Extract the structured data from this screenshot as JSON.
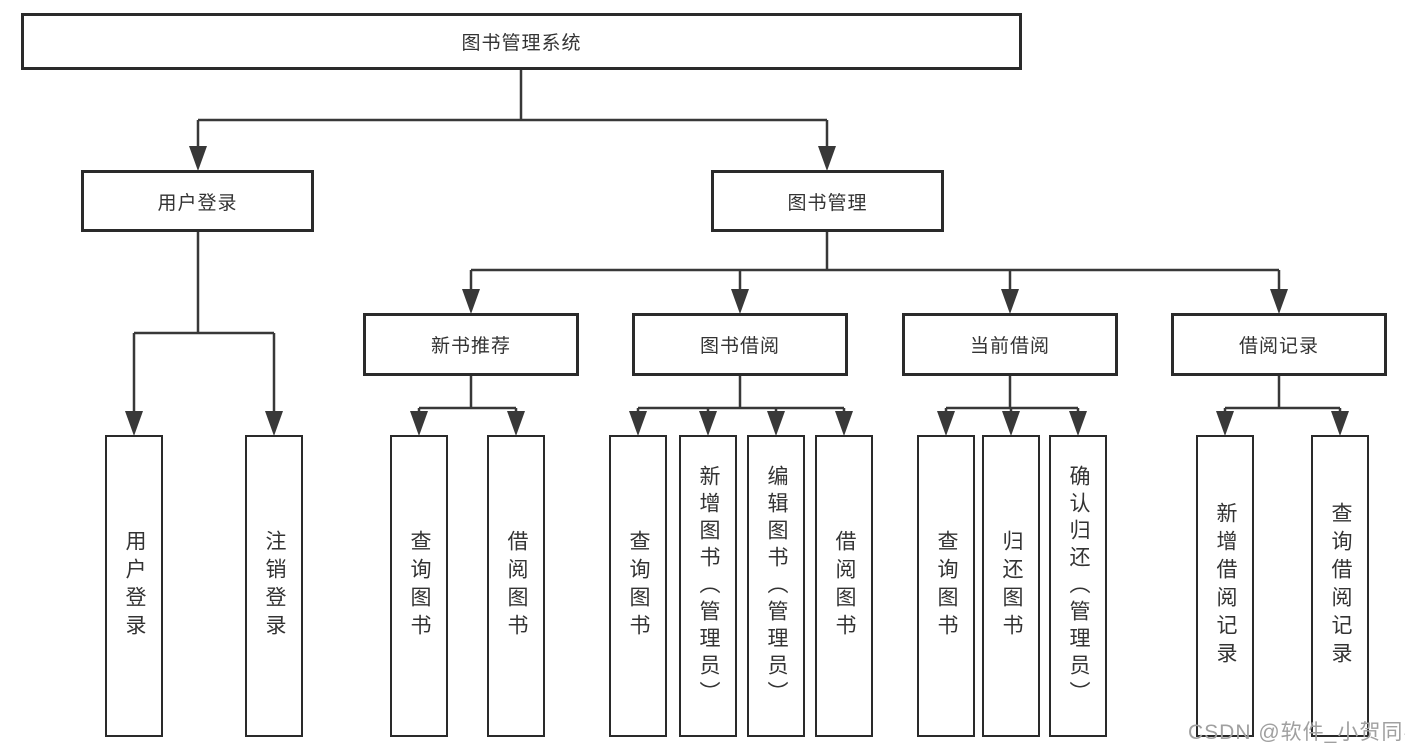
{
  "tree": {
    "label": "图书管理系统",
    "children": [
      {
        "label": "用户登录",
        "children": [
          {
            "label": "用户登录"
          },
          {
            "label": "注销登录"
          }
        ]
      },
      {
        "label": "图书管理",
        "children": [
          {
            "label": "新书推荐",
            "children": [
              {
                "label": "查询图书"
              },
              {
                "label": "借阅图书"
              }
            ]
          },
          {
            "label": "图书借阅",
            "children": [
              {
                "label": "查询图书"
              },
              {
                "label": "新增图书（管理员）"
              },
              {
                "label": "编辑图书（管理员）"
              },
              {
                "label": "借阅图书"
              }
            ]
          },
          {
            "label": "当前借阅",
            "children": [
              {
                "label": "查询图书"
              },
              {
                "label": "归还图书"
              },
              {
                "label": "确认归还（管理员）"
              }
            ]
          },
          {
            "label": "借阅记录",
            "children": [
              {
                "label": "新增借阅记录"
              },
              {
                "label": "查询借阅记录"
              }
            ]
          }
        ]
      }
    ]
  },
  "watermark": {
    "text": "CSDN @软件_小贺同学"
  },
  "colors": {
    "line": "#383838",
    "box_border": "#2a2a2a",
    "text": "#333333",
    "watermark": "#a0a0a0",
    "background": "#ffffff"
  }
}
